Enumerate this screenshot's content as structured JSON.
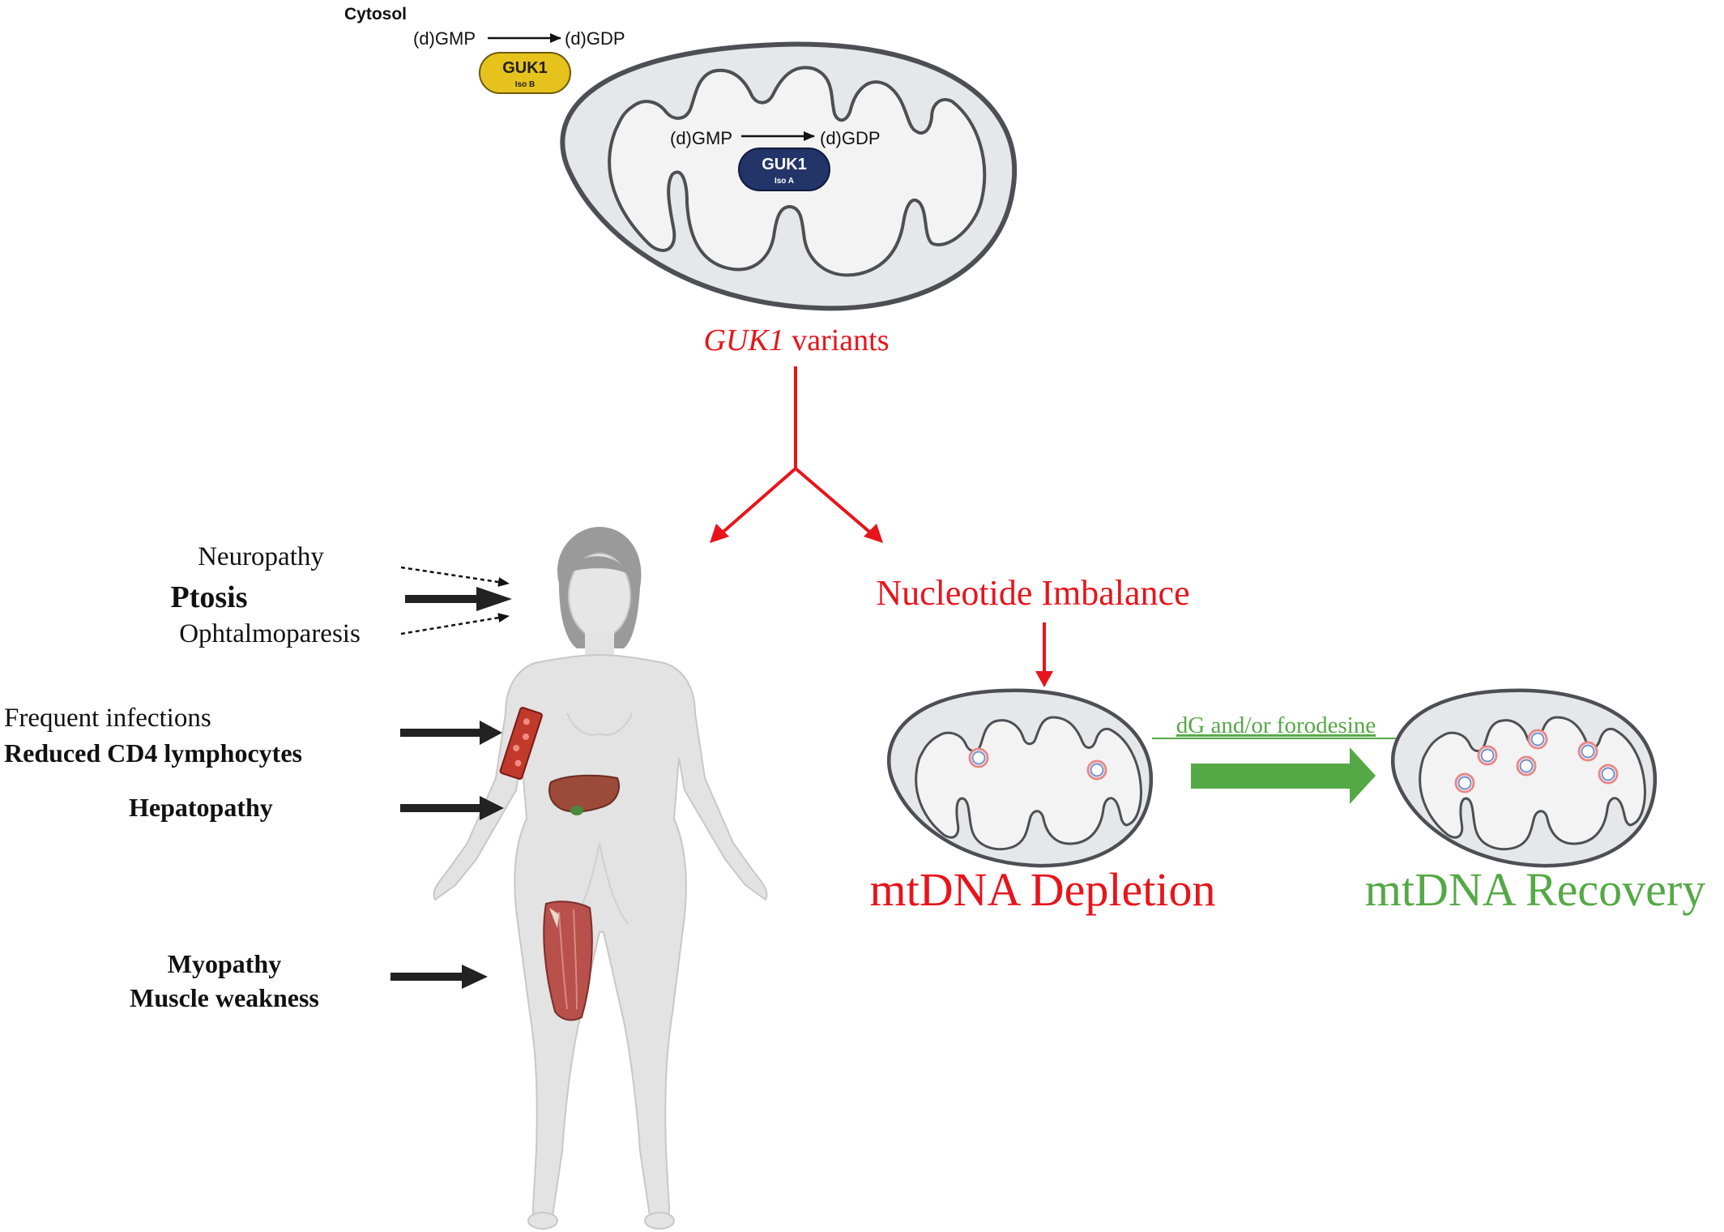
{
  "cytosol_label": "Cytosol",
  "cytosol_reaction": {
    "substrate": "(d)GMP",
    "product": "(d)GDP",
    "enzyme": "GUK1",
    "isoform": "Iso B"
  },
  "mito_reaction": {
    "substrate": "(d)GMP",
    "product": "(d)GDP",
    "enzyme": "GUK1",
    "isoform": "Iso A"
  },
  "variants": {
    "gene": "GUK1",
    "suffix": " variants"
  },
  "symptoms": {
    "neuropathy": "Neuropathy",
    "ptosis": "Ptosis",
    "ophthalmoparesis": "Ophtalmoparesis",
    "infections": "Frequent infections",
    "cd4": "Reduced CD4 lymphocytes",
    "hepatopathy": "Hepatopathy",
    "myopathy": "Myopathy",
    "weakness": "Muscle weakness"
  },
  "nucleotide_imbalance": "Nucleotide Imbalance",
  "treatment_label": "dG and/or forodesine",
  "depletion_label": "mtDNA Depletion",
  "recovery_label": "mtDNA Recovery",
  "colors": {
    "red": "#e8141b",
    "green": "#55a846",
    "yellow": "#e6c21c",
    "navy": "#233468",
    "mito_fill": "#e6e7e8",
    "mito_stroke": "#4d4f55",
    "body": "#e3e3e3",
    "liver": "#9c4a3a",
    "muscle": "#b8504c"
  },
  "icons": [
    "mitochondrion-icon",
    "human-body-icon",
    "liver-icon",
    "muscle-icon",
    "blood-vessel-icon"
  ]
}
